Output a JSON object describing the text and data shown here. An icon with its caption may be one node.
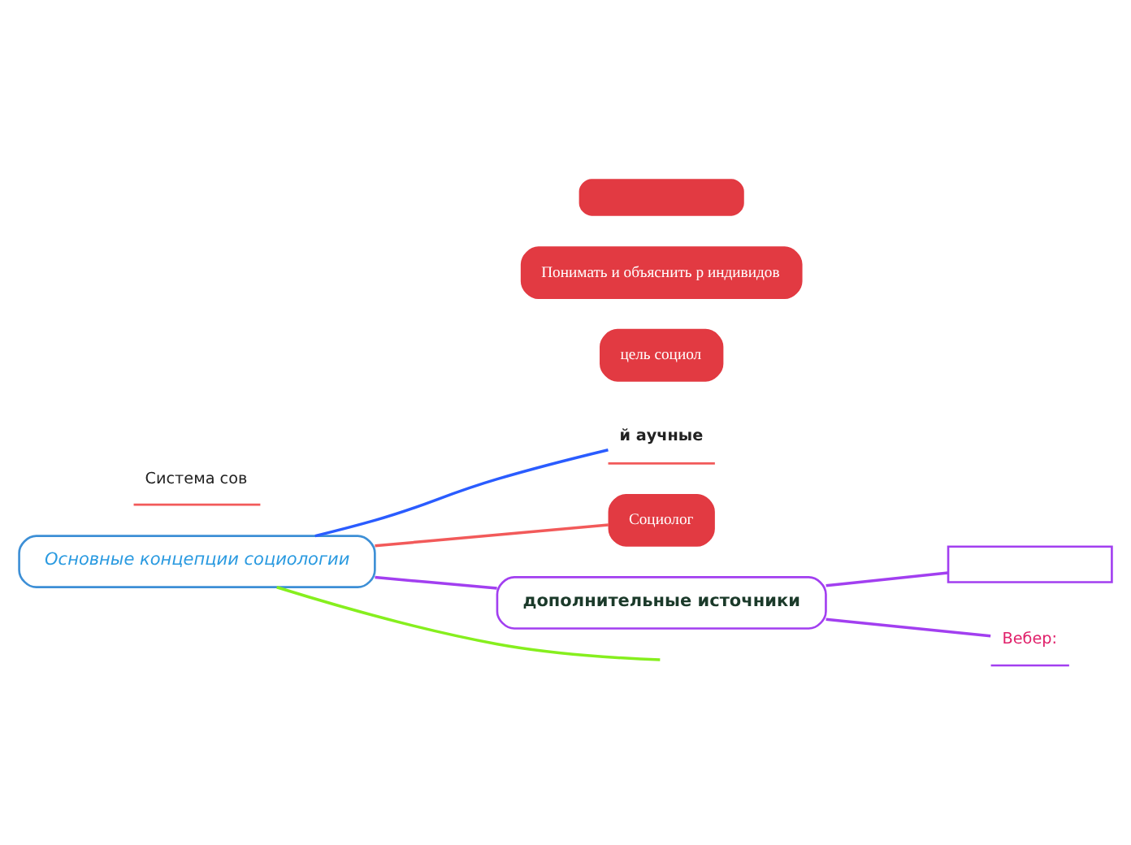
{
  "diagram": {
    "nodes": [
      {
        "text": [
          "Основные концепции социологии"
        ]
      },
      {
        "text": [
          "й аучные"
        ]
      },
      {
        "text": [],
        "shape": "box"
      },
      {
        "text": [
          "Понимать и объяснить р индивидов"
        ]
      },
      {
        "text": [
          "цель социол"
        ]
      },
      {
        "text": [
          "Социолог"
        ]
      },
      {
        "text": [
          "дополнительные источники"
        ]
      },
      {
        "text": [],
        "shape": "box"
      },
      {
        "text": [
          "Вебер:"
        ]
      },
      {
        "text": [
          "Система сов"
        ]
      }
    ],
    "edges": [
      {
        "from": 0,
        "to": 1,
        "arrow": "none",
        "color": "#2a5cff"
      },
      {
        "from": 0,
        "to": 5,
        "arrow": "none",
        "color": "#f25a5a"
      },
      {
        "from": 0,
        "to": null,
        "arrow": "none",
        "color": "#86ef1e"
      },
      {
        "from": 0,
        "to": 6,
        "arrow": "none",
        "color": "#a23ff0"
      },
      {
        "from": 6,
        "to": 7,
        "arrow": "none",
        "color": "#a23ff0"
      },
      {
        "from": 6,
        "to": 8,
        "arrow": "none",
        "color": "#a23ff0"
      }
    ]
  }
}
